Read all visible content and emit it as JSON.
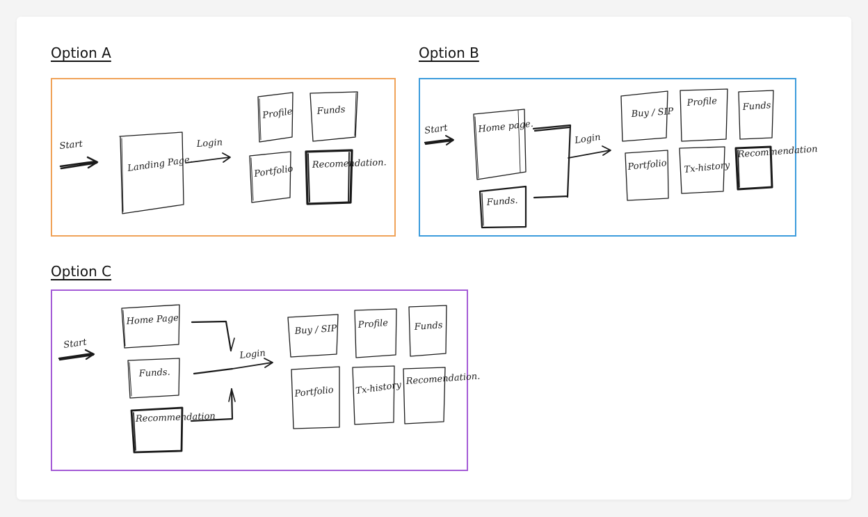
{
  "colors": {
    "option_a": "#f0a258",
    "option_b": "#3b9bdc",
    "option_c": "#a45bd6",
    "ink": "#1a1a1a",
    "background": "#f4f4f4",
    "card": "#ffffff"
  },
  "options": [
    {
      "heading": "Option A",
      "start_label": "Start",
      "login_label": "Login",
      "entry_screens": [
        "Landing Page."
      ],
      "app_screens": [
        "Profile",
        "Funds",
        "Portfolio",
        "Recomendation."
      ]
    },
    {
      "heading": "Option B",
      "start_label": "Start",
      "login_label": "Login",
      "entry_screens": [
        "Home page.",
        "Funds."
      ],
      "app_screens": [
        "Buy / SIP",
        "Profile",
        "Funds",
        "Portfolio",
        "Tx-history",
        "Recommendation"
      ]
    },
    {
      "heading": "Option C",
      "start_label": "Start",
      "login_label": "Login",
      "entry_screens": [
        "Home Page",
        "Funds.",
        "Recommendation"
      ],
      "app_screens": [
        "Buy / SIP",
        "Profile",
        "Funds",
        "Portfolio",
        "Tx-history",
        "Recomendation."
      ]
    }
  ]
}
